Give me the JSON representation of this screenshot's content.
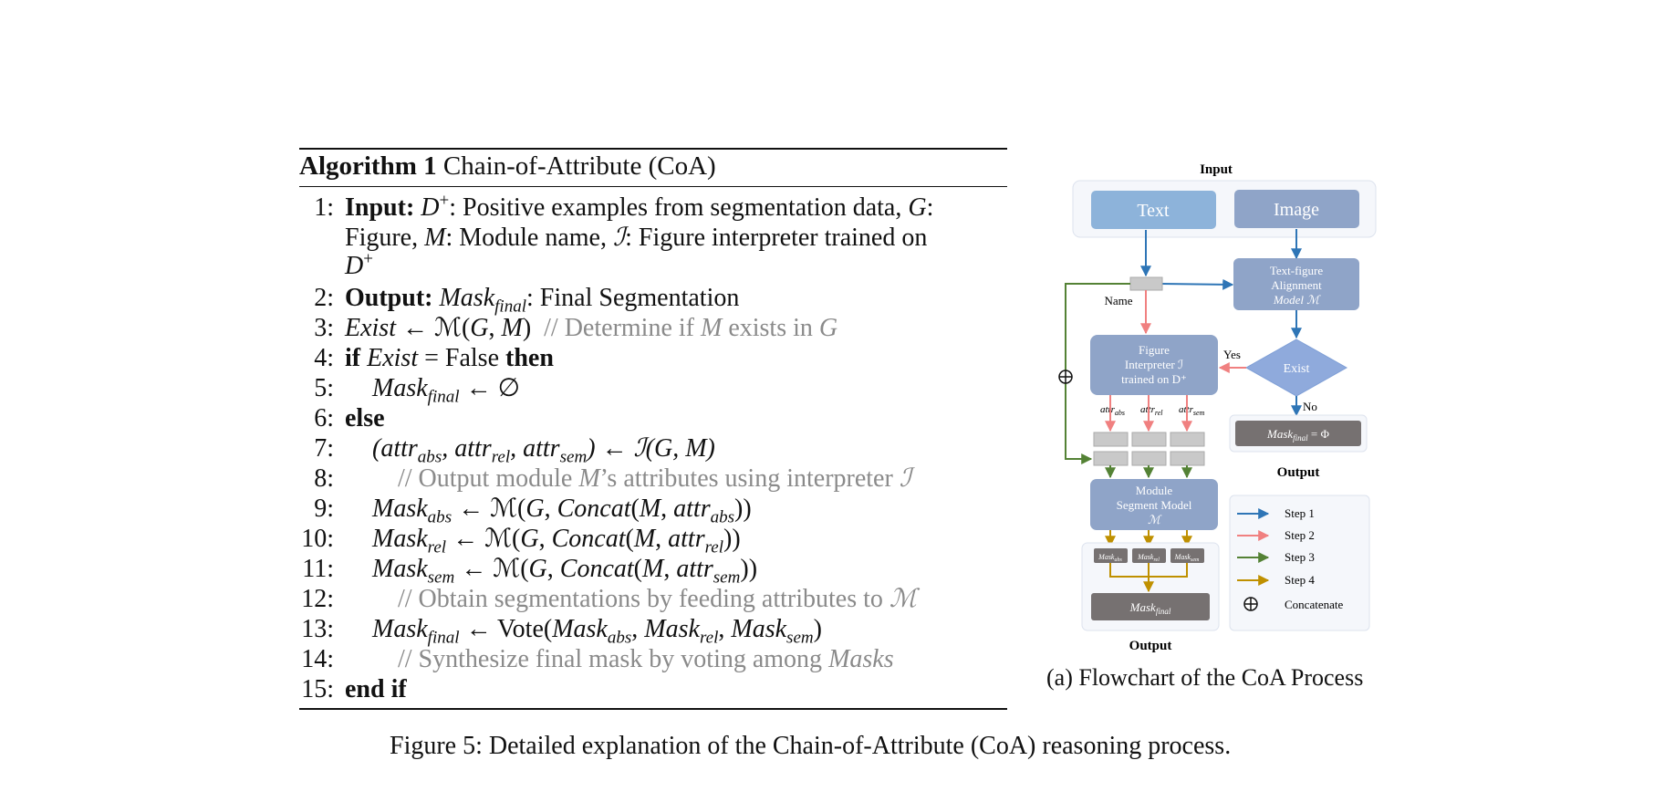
{
  "algorithm": {
    "label": "Algorithm 1",
    "title": "Chain-of-Attribute (CoA)",
    "lines": [
      {
        "n": "1:",
        "a": "Input:",
        "b": "D",
        "c": "+",
        "d": ": Positive examples from segmentation data, ",
        "e": "G",
        "f": ":"
      },
      {
        "n": "",
        "a": "Figure, ",
        "b": "M",
        "c": ": Module name, ",
        "d": "ℐ",
        "e": ": Figure interpreter trained on"
      },
      {
        "n": "",
        "a": "D",
        "b": "+"
      },
      {
        "n": "2:",
        "a": "Output:",
        "b": "Mask",
        "c": "final",
        "d": ": Final Segmentation"
      },
      {
        "n": "3:",
        "a": "Exist",
        "b": " ← ℳ(",
        "c": "G",
        "d": ", ",
        "e": "M",
        "f": ")",
        "g": "// Determine if ",
        "h": "M",
        "i": " exists in ",
        "j": "G"
      },
      {
        "n": "4:",
        "a": "if",
        "b": "Exist",
        "c": " = False ",
        "d": "then"
      },
      {
        "n": "5:",
        "a": "Mask",
        "b": "final",
        "c": " ← ∅"
      },
      {
        "n": "6:",
        "a": "else"
      },
      {
        "n": "7:",
        "a": "(attr",
        "b": "abs",
        "c": ", attr",
        "d": "rel",
        "e": ", attr",
        "f": "sem",
        "g": ") ← ℐ(G, M)"
      },
      {
        "n": "8:",
        "a": "// Output module ",
        "b": "M",
        "c": "’s attributes using interpreter ",
        "d": "ℐ"
      },
      {
        "n": "9:",
        "a": "Mask",
        "b": "abs",
        "c": " ← ℳ(",
        "d": "G",
        "e": ", ",
        "f": "Concat",
        "g": "(",
        "h": "M",
        "i": ", ",
        "j": "attr",
        "k": "abs",
        "l": "))"
      },
      {
        "n": "10:",
        "a": "Mask",
        "b": "rel",
        "c": " ← ℳ(",
        "d": "G",
        "e": ", ",
        "f": "Concat",
        "g": "(",
        "h": "M",
        "i": ", ",
        "j": "attr",
        "k": "rel",
        "l": "))"
      },
      {
        "n": "11:",
        "a": "Mask",
        "b": "sem",
        "c": " ← ℳ(",
        "d": "G",
        "e": ", ",
        "f": "Concat",
        "g": "(",
        "h": "M",
        "i": ", ",
        "j": "attr",
        "k": "sem",
        "l": "))"
      },
      {
        "n": "12:",
        "a": "// Obtain segmentations by feeding attributes to ",
        "b": "ℳ"
      },
      {
        "n": "13:",
        "a": "Mask",
        "b": "final",
        "c": " ← Vote(",
        "d": "Mask",
        "e": "abs",
        "f": ", ",
        "g": "Mask",
        "h": "rel",
        "i": ", ",
        "j": "Mask",
        "k": "sem",
        "l": ")"
      },
      {
        "n": "14:",
        "a": "// Synthesize final mask by voting among ",
        "b": "Masks"
      },
      {
        "n": "15:",
        "a": "end if"
      }
    ]
  },
  "flowchart": {
    "input_label": "Input",
    "text_box": "Text",
    "image_box": "Image",
    "align_box": [
      "Text-figure",
      "Alignment",
      "Model ℳ"
    ],
    "name_label": "Name",
    "interp_box": [
      "Figure",
      "Interpreter ℐ",
      "trained on D⁺"
    ],
    "yes_label": "Yes",
    "exist_label": "Exist",
    "no_label": "No",
    "mask_final_phi": "Mask",
    "mask_final_phi_sub": "final",
    "mask_final_phi_tail": " = Φ",
    "output_right": "Output",
    "attr_abs": "attr",
    "attr_abs_sub": "abs",
    "attr_rel": "attr",
    "attr_rel_sub": "rel",
    "attr_sem": "attr",
    "attr_sem_sub": "sem",
    "segment_box": [
      "Module",
      "Segment Model",
      "ℳ"
    ],
    "mask_small": [
      "Mask",
      "Mask",
      "Mask"
    ],
    "mask_small_sub": [
      "abs",
      "rel",
      "sem"
    ],
    "mask_final": "Mask",
    "mask_final_sub": "final",
    "output_bottom": "Output",
    "legend": [
      "Step 1",
      "Step 2",
      "Step 3",
      "Step 4",
      "Concatenate"
    ],
    "colors": {
      "step1": "#2e75b6",
      "step2": "#f08080",
      "step3": "#548235",
      "step4": "#bf9000"
    }
  },
  "subcaption": "(a) Flowchart of the CoA Process",
  "caption": "Figure 5: Detailed explanation of the Chain-of-Attribute (CoA) reasoning process."
}
